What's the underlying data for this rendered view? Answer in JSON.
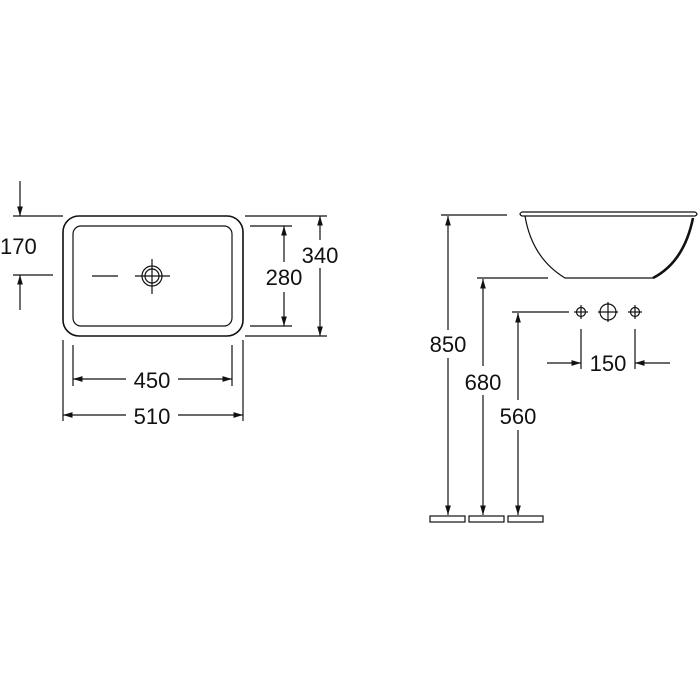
{
  "plan_view": {
    "dimensions": {
      "drain_offset": "170",
      "inner_depth": "280",
      "outer_depth": "340",
      "inner_width": "450",
      "outer_width": "510"
    }
  },
  "side_view": {
    "dimensions": {
      "rim_height": "850",
      "bowl_bottom_height": "680",
      "tap_holes_height": "560",
      "tap_hole_spacing": "150"
    }
  },
  "colors": {
    "line": "#111111",
    "background": "#ffffff"
  }
}
